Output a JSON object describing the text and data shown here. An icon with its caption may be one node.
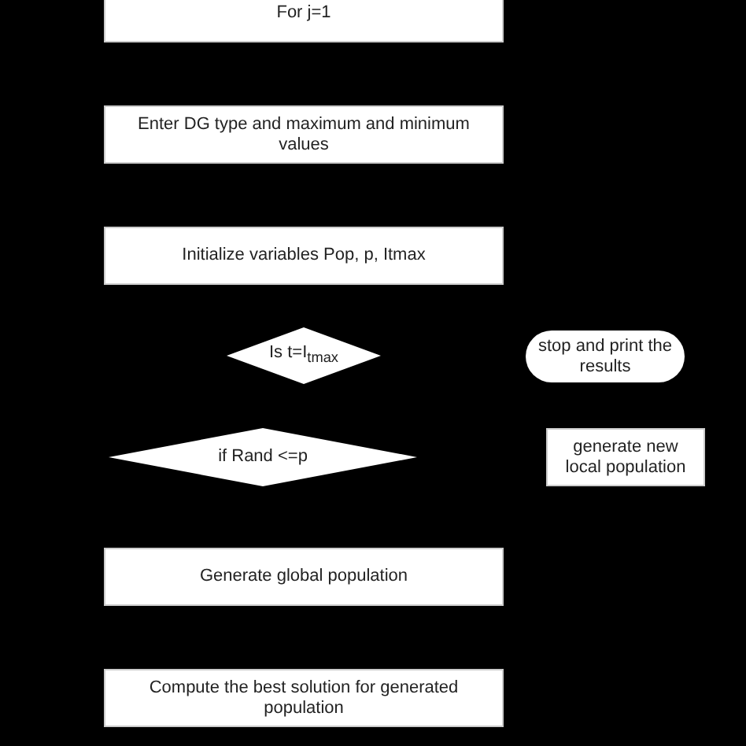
{
  "diagram": {
    "nodes": [
      {
        "text": [
          "For j=1"
        ]
      },
      {
        "text": [
          "Enter DG type and maximum and minimum values"
        ]
      },
      {
        "text": [
          "Initialize variables Pop, p, Itmax"
        ]
      },
      {
        "text": [
          "Is t=I$_{tmax}$"
        ]
      },
      {
        "text": [
          "stop and print the results"
        ]
      },
      {
        "text": [
          "if Rand <=p"
        ]
      },
      {
        "text": [
          "generate new local population"
        ]
      },
      {
        "text": [
          "Generate global population"
        ]
      },
      {
        "text": [
          "Compute the best solution for generated population"
        ]
      }
    ]
  }
}
